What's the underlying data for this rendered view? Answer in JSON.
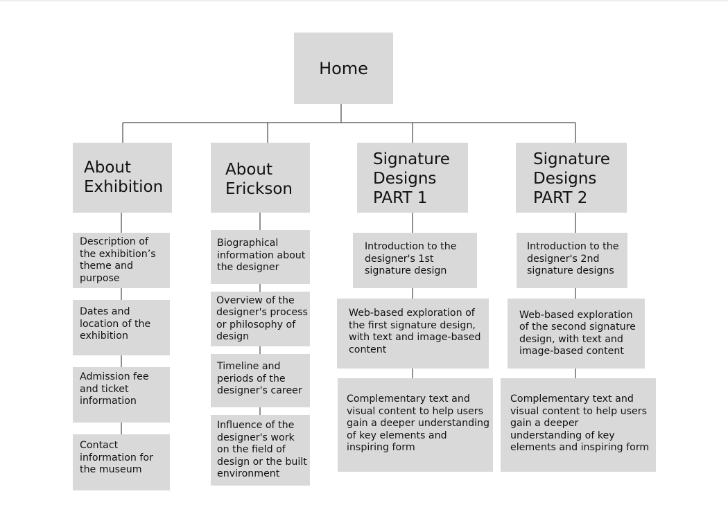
{
  "root": {
    "label": "Home"
  },
  "columns": [
    {
      "title_lines": [
        "About",
        "Exhibition"
      ],
      "items": [
        "Description of the exhibition’s theme and purpose",
        "Dates and location of the exhibition",
        "Admission fee and ticket information",
        "Contact information for the museum"
      ]
    },
    {
      "title_lines": [
        "About",
        "Erickson"
      ],
      "items": [
        "Biographical information about the designer",
        "Overview of the designer's process or philosophy of design",
        "Timeline and periods of the designer's career",
        "Influence of the designer's work on the field of design or the built environment"
      ]
    },
    {
      "title_lines": [
        "Signature",
        "Designs",
        "PART 1"
      ],
      "items": [
        "Introduction to the designer's 1st signature design",
        "Web-based exploration of the first signature design, with text and image-based content",
        "Complementary text and visual content to help users gain a deeper understanding of key elements and inspiring form"
      ]
    },
    {
      "title_lines": [
        "Signature",
        "Designs",
        "PART 2"
      ],
      "items": [
        "Introduction to the designer's 2nd signature designs",
        "Web-based exploration of the second signature design, with text and image-based content",
        "Complementary text and visual content to help users gain a deeper understanding of key elements and inspiring form"
      ]
    }
  ],
  "colors": {
    "box_fill": "#d9d9d9",
    "line": "#222222",
    "background": "#ffffff"
  }
}
